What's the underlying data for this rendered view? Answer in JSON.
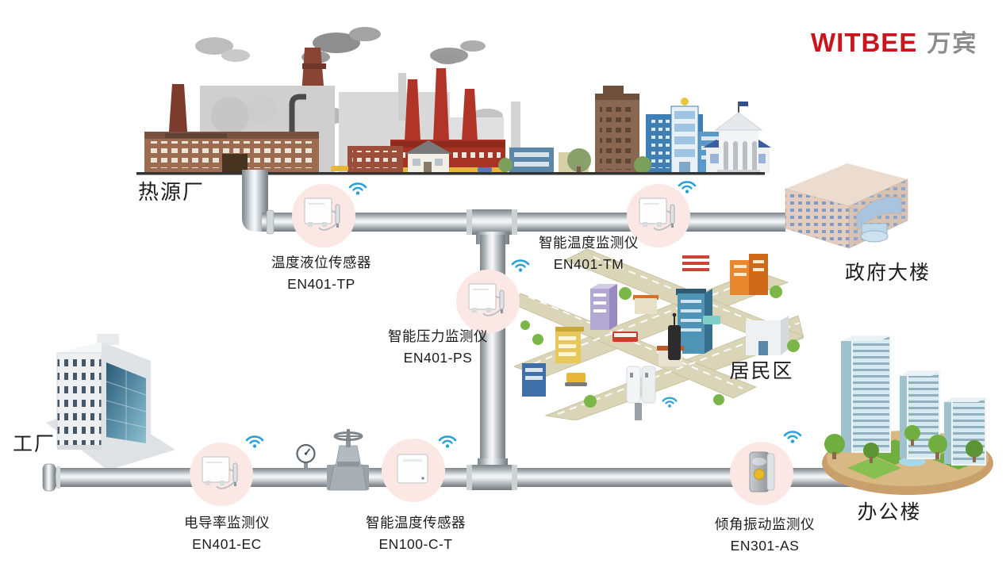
{
  "logo": {
    "brand_en": "WITBEE",
    "brand_cn": "万宾"
  },
  "locations": {
    "heat_plant": "热源厂",
    "government": "政府大楼",
    "residential": "居民区",
    "factory": "工厂",
    "office": "办公楼"
  },
  "sensors": [
    {
      "name": "温度液位传感器",
      "model": "EN401-TP"
    },
    {
      "name": "智能温度监测仪",
      "model": "EN401-TM"
    },
    {
      "name": "智能压力监测仪",
      "model": "EN401-PS"
    },
    {
      "name": "电导率监测仪",
      "model": "EN401-EC"
    },
    {
      "name": "智能温度传感器",
      "model": "EN100-C-T"
    },
    {
      "name": "倾角振动监测仪",
      "model": "EN301-AS"
    }
  ],
  "colors": {
    "brand_red": "#c9151e",
    "brand_gray": "#8c8c8c",
    "wifi_blue": "#29a0d8",
    "sensor_halo_pink": "#fbe7e4",
    "pipe_gray": "#aab1b6"
  }
}
